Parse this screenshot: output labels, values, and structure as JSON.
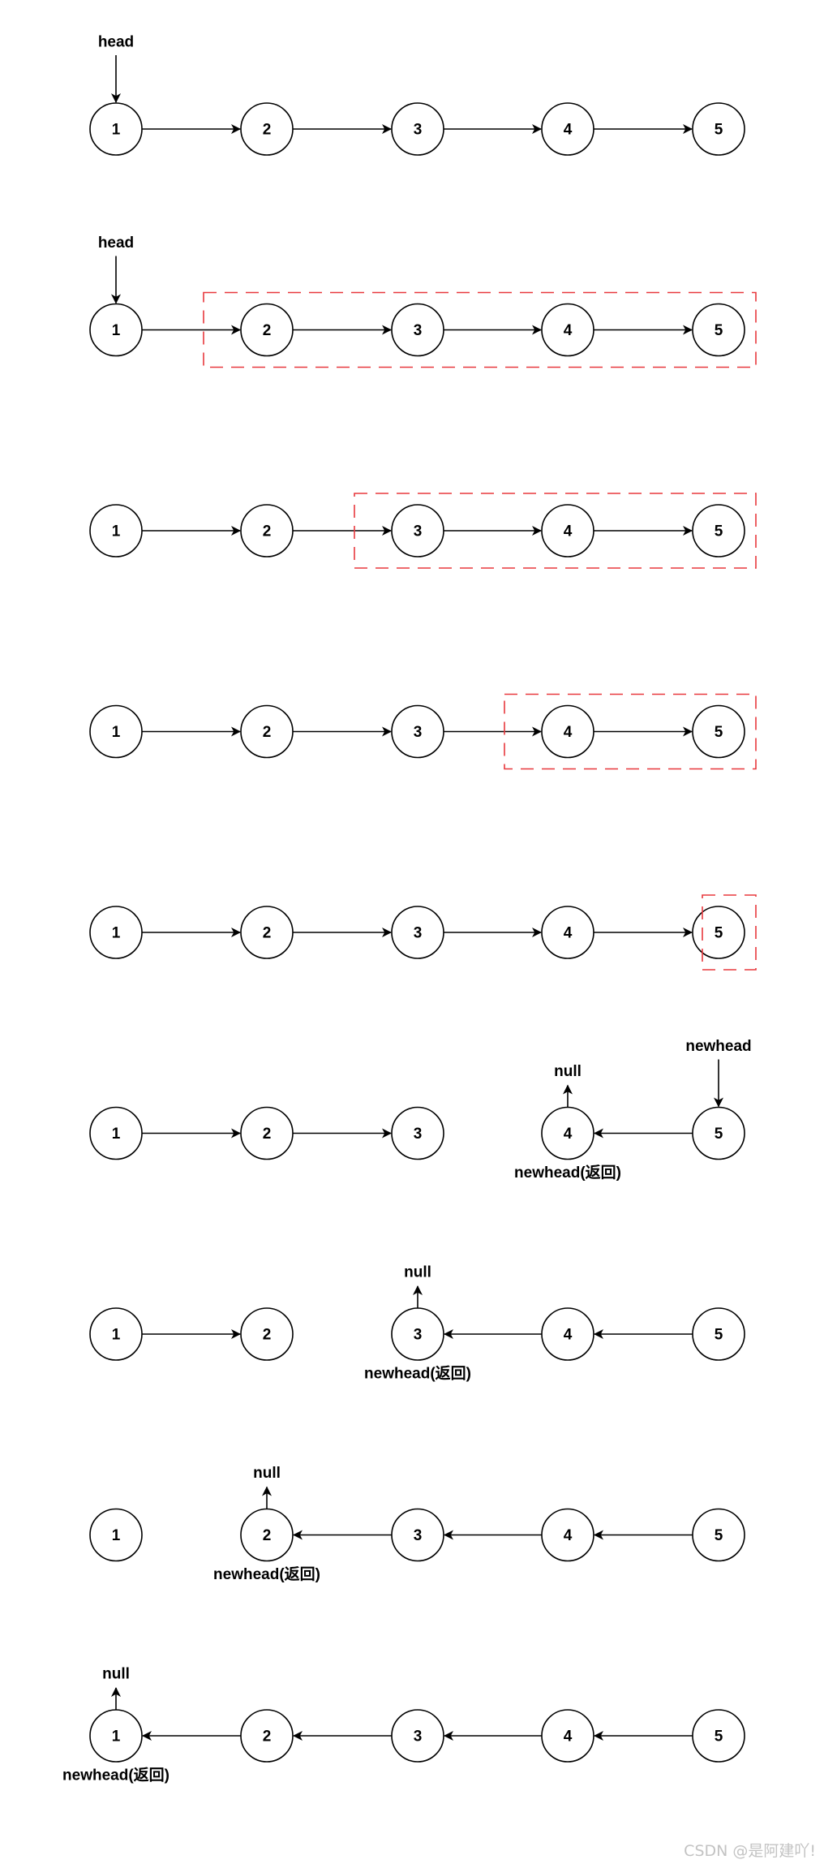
{
  "colors": {
    "node_stroke": "#000000",
    "node_fill": "#ffffff",
    "arrow": "#000000",
    "highlight": "#e8383d",
    "watermark": "#c3c3c3"
  },
  "labels": {
    "head": "head",
    "null": "null",
    "newhead": "newhead",
    "newhead_return": "newhead(返回)"
  },
  "rows": [
    {
      "nodes": [
        "1",
        "2",
        "3",
        "4",
        "5"
      ],
      "edges": [
        [
          0,
          1
        ],
        [
          1,
          2
        ],
        [
          2,
          3
        ],
        [
          3,
          4
        ]
      ],
      "head_on": 0
    },
    {
      "nodes": [
        "1",
        "2",
        "3",
        "4",
        "5"
      ],
      "edges": [
        [
          0,
          1
        ],
        [
          1,
          2
        ],
        [
          2,
          3
        ],
        [
          3,
          4
        ]
      ],
      "head_on": 0,
      "highlight_from": 1
    },
    {
      "nodes": [
        "1",
        "2",
        "3",
        "4",
        "5"
      ],
      "edges": [
        [
          0,
          1
        ],
        [
          1,
          2
        ],
        [
          2,
          3
        ],
        [
          3,
          4
        ]
      ],
      "highlight_from": 2
    },
    {
      "nodes": [
        "1",
        "2",
        "3",
        "4",
        "5"
      ],
      "edges": [
        [
          0,
          1
        ],
        [
          1,
          2
        ],
        [
          2,
          3
        ],
        [
          3,
          4
        ]
      ],
      "highlight_from": 3
    },
    {
      "nodes": [
        "1",
        "2",
        "3",
        "4",
        "5"
      ],
      "edges": [
        [
          0,
          1
        ],
        [
          1,
          2
        ],
        [
          2,
          3
        ],
        [
          3,
          4
        ]
      ],
      "highlight_from": 4
    },
    {
      "nodes": [
        "1",
        "2",
        "3",
        "4",
        "5"
      ],
      "edges": [
        [
          0,
          1
        ],
        [
          1,
          2
        ],
        [
          4,
          3
        ]
      ],
      "null_on": 3,
      "return_on": 3,
      "newhead_on": 4
    },
    {
      "nodes": [
        "1",
        "2",
        "3",
        "4",
        "5"
      ],
      "edges": [
        [
          0,
          1
        ],
        [
          3,
          2
        ],
        [
          4,
          3
        ]
      ],
      "null_on": 2,
      "return_on": 2
    },
    {
      "nodes": [
        "1",
        "2",
        "3",
        "4",
        "5"
      ],
      "edges": [
        [
          2,
          1
        ],
        [
          3,
          2
        ],
        [
          4,
          3
        ]
      ],
      "null_on": 1,
      "return_on": 1
    },
    {
      "nodes": [
        "1",
        "2",
        "3",
        "4",
        "5"
      ],
      "edges": [
        [
          1,
          0
        ],
        [
          2,
          1
        ],
        [
          3,
          2
        ],
        [
          4,
          3
        ]
      ],
      "null_on": 0,
      "return_on": 0
    }
  ],
  "watermark": "CSDN @是阿建吖!"
}
